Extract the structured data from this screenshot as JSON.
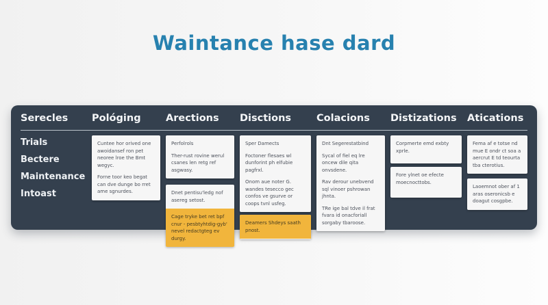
{
  "page": {
    "title": "Waintance hase dard"
  },
  "colors": {
    "title": "#2781af",
    "panel": "#34404e",
    "card": "#f6f6f6",
    "highlight": "#f1b53c",
    "background": "#f2f2f2"
  },
  "board": {
    "columns": [
      {
        "id": "serecles",
        "header": "Serecles",
        "row_labels": [
          "Trials",
          "Bectere",
          "Maintenance",
          "Intoast"
        ]
      },
      {
        "id": "pologing",
        "header": "Pológing",
        "cards": [
          {
            "sections": [
              {
                "tone": "white",
                "paragraphs": [
                  "Cuntee hor orived one awoidansef ron pet neoree lroe the Bmt wegyc.",
                  "Forne toor keo begat can dve dunge bo rret ame sgnurdes."
                ]
              }
            ]
          }
        ]
      },
      {
        "id": "arections",
        "header": "Arections",
        "cards": [
          {
            "sections": [
              {
                "tone": "white",
                "paragraphs": [
                  "Perfolrols",
                  "Ther-rust rovine werul csanes len retg ref asgwasy."
                ]
              }
            ]
          },
          {
            "sections": [
              {
                "tone": "white",
                "paragraphs": [
                  "Dnet pentisu'ledg nof asereg setost."
                ]
              },
              {
                "tone": "orange",
                "paragraphs": [
                  "Cage tryke bet ret bpf cnur - pesbtyhtdig-gyb' nevel redactgteg ev durgy."
                ]
              }
            ]
          }
        ]
      },
      {
        "id": "disctions",
        "header": "Disctions",
        "cards": [
          {
            "sections": [
              {
                "tone": "white",
                "paragraphs": [
                  "Sper Damects",
                  "Foctoner flesaes wl dunforint ph elfubie pagfrxl.",
                  "Onom aue noter G. wandes tesecco gec confos ve gsurve or coops tvnl usfeg."
                ]
              }
            ]
          },
          {
            "sections": [
              {
                "tone": "orange",
                "paragraphs": [
                  "Deamers Shdeys saath pnost."
                ]
              }
            ]
          }
        ]
      },
      {
        "id": "colacions",
        "header": "Colacions",
        "cards": [
          {
            "sections": [
              {
                "tone": "white",
                "paragraphs": [
                  "Dnt Segerestatbind",
                  "Sycal of fiel eq lre oncew dile qita onvsdene.",
                  "Rav derour unebvend sql vinoer pshrowan jhnta.",
                  "TRe ige bal tdve il frat fvara id onacforiall sorgaby tbaroose."
                ]
              }
            ]
          }
        ]
      },
      {
        "id": "distizations",
        "header": "Distizations",
        "cards": [
          {
            "sections": [
              {
                "tone": "white",
                "paragraphs": [
                  "Corpmerte emd exbty xprle."
                ]
              }
            ]
          },
          {
            "sections": [
              {
                "tone": "white",
                "paragraphs": [
                  "Fore ylnet oe efecte moecnocttobs."
                ]
              }
            ]
          }
        ]
      },
      {
        "id": "atications",
        "header": "Atications",
        "cards": [
          {
            "sections": [
              {
                "tone": "white",
                "paragraphs": [
                  "Fema af e totse nd mue E ondr ct soa a aercrut E td teourta tba cterotius."
                ]
              }
            ]
          },
          {
            "sections": [
              {
                "tone": "white",
                "paragraphs": [
                  "Laoemnot ober af 1 aras oseronicsb e doagut cosgpbe."
                ]
              }
            ]
          }
        ]
      }
    ]
  }
}
